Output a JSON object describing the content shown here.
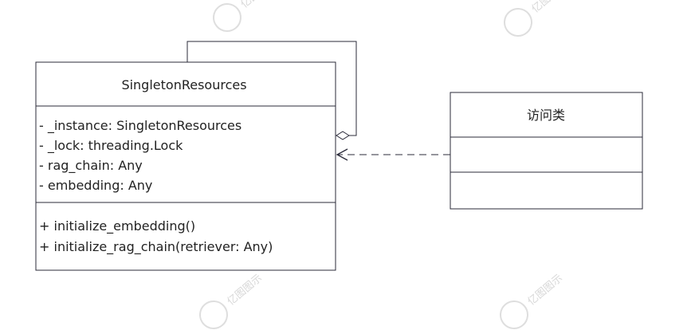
{
  "watermark": {
    "text": "亿图图示"
  },
  "classes": {
    "singleton": {
      "name": "SingletonResources",
      "attributes": [
        "- _instance: SingletonResources",
        "- _lock: threading.Lock",
        "- rag_chain: Any",
        "- embedding: Any"
      ],
      "methods": [
        "+ initialize_embedding()",
        "+ initialize_rag_chain(retriever: Any)"
      ]
    },
    "accessor": {
      "name": "访问类",
      "attributes": [],
      "methods": []
    }
  },
  "relationships": [
    {
      "type": "aggregation",
      "from": "SingletonResources",
      "to": "SingletonResources"
    },
    {
      "type": "dependency",
      "from": "访问类",
      "to": "SingletonResources"
    }
  ]
}
